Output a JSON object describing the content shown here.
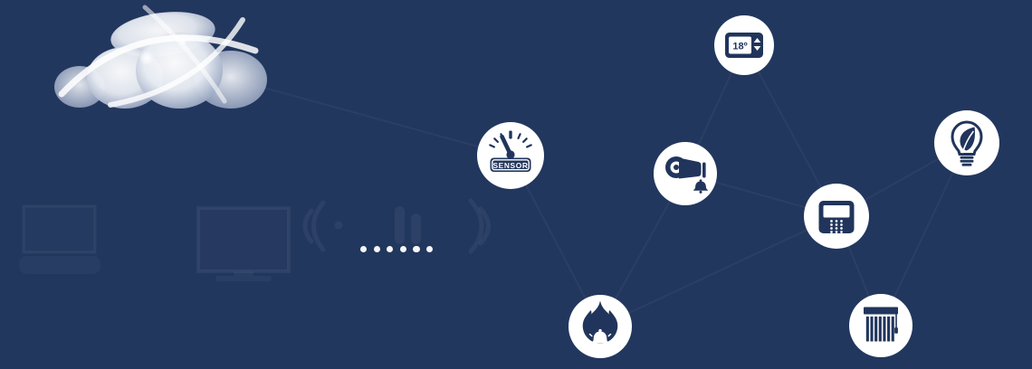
{
  "meta": {
    "description": "Smart-home / IoT cloud concept banner"
  },
  "colors": {
    "background": "#22375E",
    "icon_glyph_navy": "#21355C",
    "icon_circle_white": "#FFFFFF",
    "cloud_shade": "#AEBACE",
    "ghost_white": "rgba(255,255,255,0.05)"
  },
  "cloud": {
    "name": "cloud-illustration"
  },
  "icons": {
    "thermostat": {
      "name": "thermostat-icon",
      "display": "18º"
    },
    "sensor": {
      "name": "sensor-gauge-icon",
      "label": "SENSOR"
    },
    "megaphone": {
      "name": "megaphone-alert-icon"
    },
    "eco_bulb": {
      "name": "eco-lightbulb-icon"
    },
    "keypad": {
      "name": "security-keypad-icon"
    },
    "fire_alarm": {
      "name": "fire-alarm-icon"
    },
    "blinds": {
      "name": "window-blinds-icon"
    }
  },
  "separator_dots": {
    "count": 6
  },
  "ghost_shapes": {
    "items": [
      "monitor-outline-left",
      "monitor-outline-center",
      "signal-waves",
      "network-mesh-lines"
    ]
  }
}
